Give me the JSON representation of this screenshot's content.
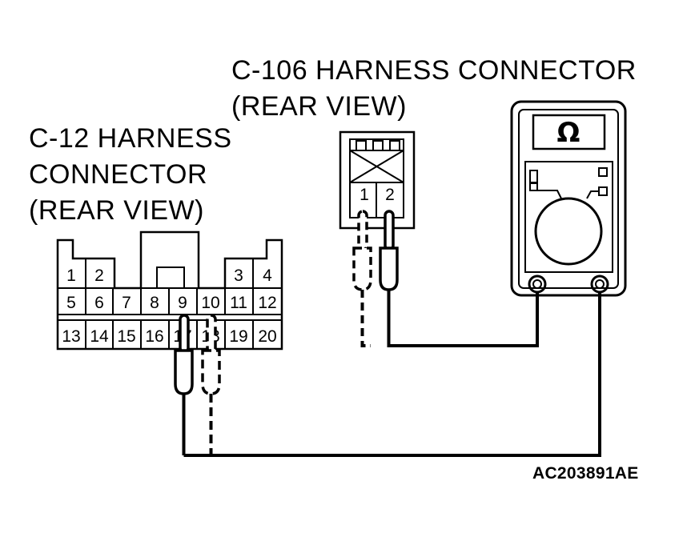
{
  "labels": {
    "c106_title": "C-106 HARNESS CONNECTOR",
    "c106_view": "(REAR VIEW)",
    "c12_title_1": "C-12 HARNESS",
    "c12_title_2": "CONNECTOR",
    "c12_view": "(REAR VIEW)"
  },
  "figure_id": "AC203891AE",
  "c12_pins": {
    "top_left": [
      "1",
      "2"
    ],
    "top_right": [
      "3",
      "4"
    ],
    "middle": [
      "5",
      "6",
      "7",
      "8",
      "9",
      "10",
      "11",
      "12"
    ],
    "bottom": [
      "13",
      "14",
      "15",
      "16",
      "17",
      "18",
      "19",
      "20"
    ]
  },
  "c106_pins": [
    "1",
    "2"
  ],
  "meter": {
    "symbol": "Ω",
    "icon": "ohmmeter-icon"
  },
  "colors": {
    "line": "#000000",
    "background": "#ffffff"
  }
}
